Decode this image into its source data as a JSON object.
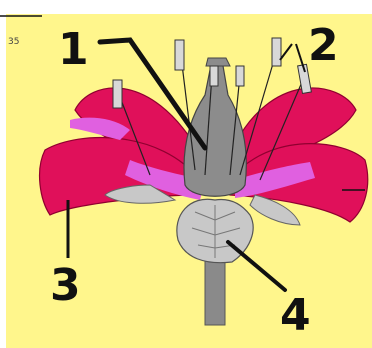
{
  "diagram": {
    "corner_text": "35",
    "labels": [
      {
        "id": "label-1",
        "text": "1",
        "part": "pistil"
      },
      {
        "id": "label-2",
        "text": "2",
        "part": "stamens"
      },
      {
        "id": "label-3",
        "text": "3",
        "part": "petal"
      },
      {
        "id": "label-4",
        "text": "4",
        "part": "sepal"
      }
    ],
    "colors": {
      "background": "#fff68c",
      "petal": "#e0105a",
      "petal_shadow": "#b00840",
      "petal_inner": "#e060e0",
      "pistil": "#8c8c8c",
      "stem": "#8a8a8a",
      "sepal": "#c8c8c8",
      "stamen_anther": "#d8d8d8",
      "leader_line": "#111111"
    }
  }
}
